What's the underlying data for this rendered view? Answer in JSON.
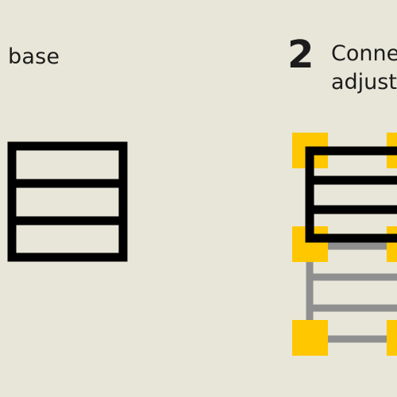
{
  "left_panel": {
    "caption": "base"
  },
  "right_panel": {
    "step_number": "2",
    "caption_line1": "Connec",
    "caption_line2": "adjusta"
  },
  "colors": {
    "background": "#e8e6d8",
    "frame": "#000000",
    "ghost_frame": "#8f8f8f",
    "connector": "#ffc700"
  }
}
